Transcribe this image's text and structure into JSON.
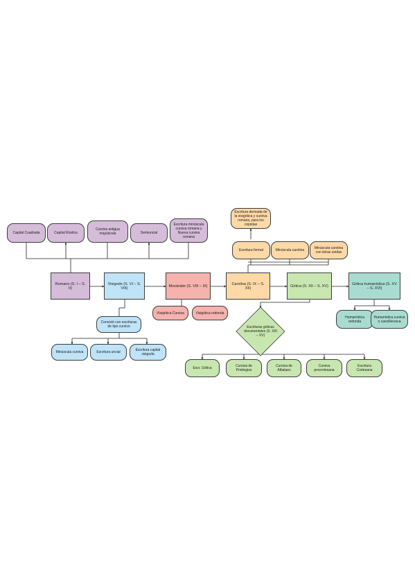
{
  "colors": {
    "purple": "#d5bcd9",
    "blue": "#bfe3f7",
    "red": "#f6b2ac",
    "orange": "#fcd9a6",
    "green": "#c8e6b0",
    "teal": "#a8dcd0"
  },
  "periods": {
    "romano": "Romano (S. I – S. II)",
    "visigodo": "Visigodo (S. VI – S. VIII)",
    "mozarabe": "Mozárabe (S. VIII – IX)",
    "carolina": "Carolina (S. IX – S. XII)",
    "gotica": "Gótica (S. XII – S. XV)",
    "humanistica": "Gótica humanística (S. XV – S. XVI)"
  },
  "romano_children": [
    "Capital Cuadrada",
    "Capital Rústica",
    "Cursiva antigua mayúscula",
    "Semiuncial",
    "Escritura minúscula cursiva romana y Nueva cursiva romana"
  ],
  "visigodo_note": "Convivió con escrituras de tipo cursivo",
  "visigodo_children": [
    "Minúscula cursiva",
    "Escritura uncial",
    "Escritura capital visigoda"
  ],
  "mozarabe_children": [
    "Visigótica Cursiva",
    "Visigótica redonda"
  ],
  "carolina_top": "Escritura derivada de la visigótica y cursiva romana, para los copistas",
  "carolina_children": [
    "Escritura formal",
    "Minúscula carolina",
    "Minúscula carolina con letras unidas"
  ],
  "gotica_decision": "Escrituras góticas documentales (S. XIII – XV)",
  "gotica_children": [
    "Escr. Gótica",
    "Cursiva de Privilegios",
    "Cursiva de Albalaes",
    "Cursiva precortesana",
    "Escritura Cortesana"
  ],
  "humanistica_children": [
    "Humanística redonda",
    "Humanística cursiva o cancilleresca"
  ]
}
